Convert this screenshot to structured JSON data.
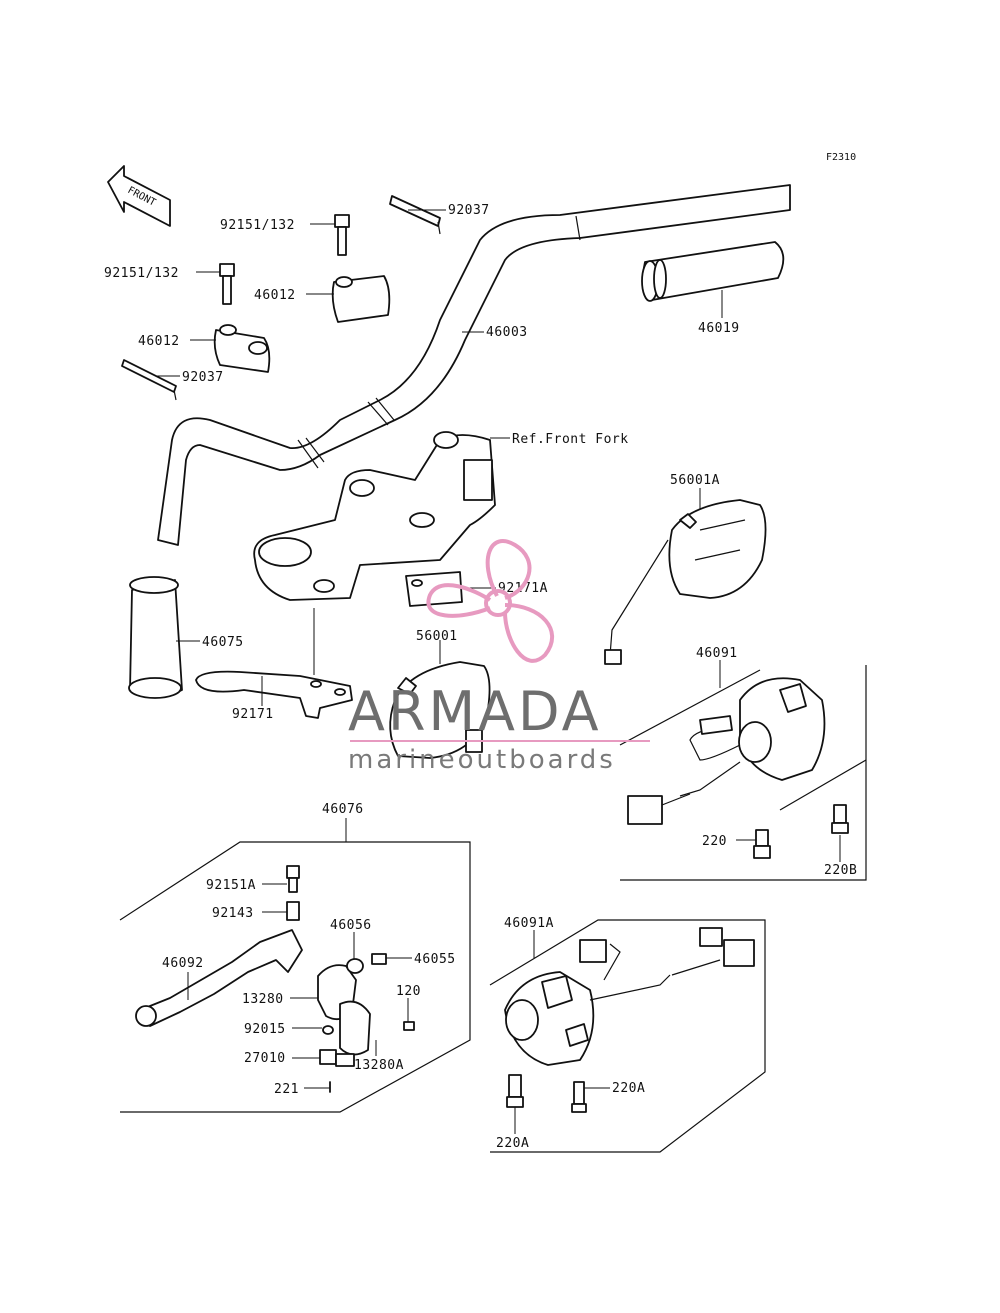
{
  "figure_code": "F2310",
  "front_arrow": "FRONT",
  "reference_label": "Ref.Front Fork",
  "part_labels": {
    "p92037_a": "92037",
    "p92151_132_a": "92151/132",
    "p92151_132_b": "92151/132",
    "p46012_a": "46012",
    "p46012_b": "46012",
    "p92037_b": "92037",
    "p46003": "46003",
    "p46019": "46019",
    "p56001A": "56001A",
    "p92171A": "92171A",
    "p46075": "46075",
    "p56001": "56001",
    "p92171": "92171",
    "p46091": "46091",
    "p220": "220",
    "p220B": "220B",
    "p46076": "46076",
    "p92151A": "92151A",
    "p92143": "92143",
    "p46056": "46056",
    "p46055": "46055",
    "p46092": "46092",
    "p13280": "13280",
    "p120": "120",
    "p92015": "92015",
    "p27010": "27010",
    "p13280A": "13280A",
    "p221": "221",
    "p46091A": "46091A",
    "p220A_a": "220A",
    "p220A_b": "220A"
  },
  "watermark": {
    "brand": "ARMADA",
    "tagline": "marineoutboards",
    "color": "#e79ac0"
  }
}
